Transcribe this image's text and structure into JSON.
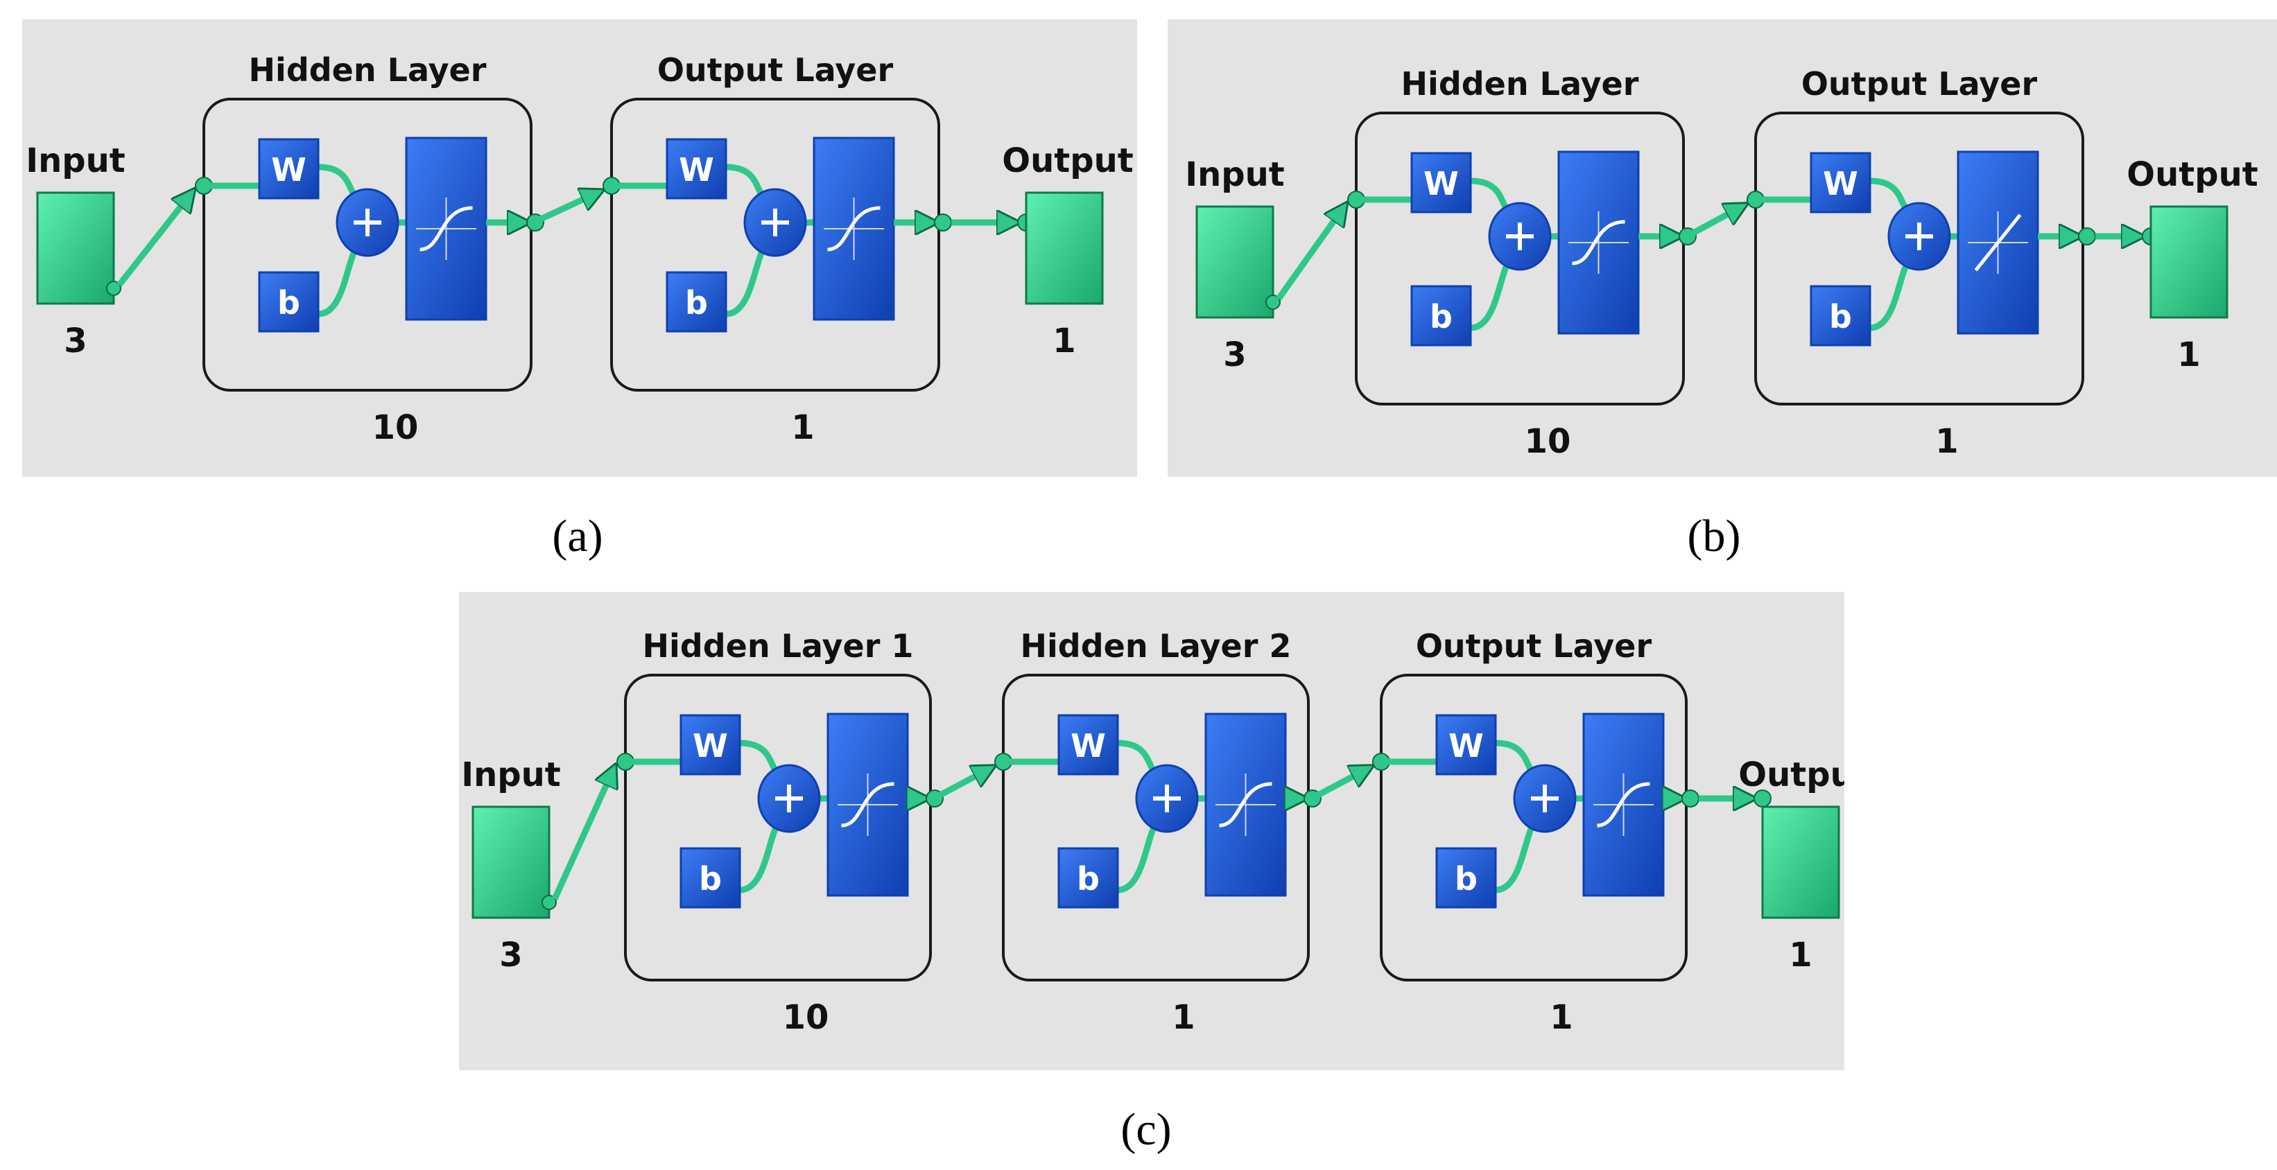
{
  "colors": {
    "panel_bg": "#e3e3e3",
    "node_green": "#2fd68f",
    "line_green": "#2fc88a",
    "block_blue": "#2563e8",
    "block_blue_dark": "#0f3fb0",
    "frame": "#1a1a1a"
  },
  "panels": [
    {
      "caption": "(a)",
      "input": {
        "label": "Input",
        "size": "3"
      },
      "output": {
        "label": "Output",
        "size": "1"
      },
      "layers": [
        {
          "title": "Hidden Layer",
          "size": "10",
          "weight": "W",
          "bias": "b",
          "sum_icon": "plus-icon",
          "transfer": "sigmoid-icon"
        },
        {
          "title": "Output Layer",
          "size": "1",
          "weight": "W",
          "bias": "b",
          "sum_icon": "plus-icon",
          "transfer": "sigmoid-icon"
        }
      ]
    },
    {
      "caption": "(b)",
      "input": {
        "label": "Input",
        "size": "3"
      },
      "output": {
        "label": "Output",
        "size": "1"
      },
      "layers": [
        {
          "title": "Hidden Layer",
          "size": "10",
          "weight": "W",
          "bias": "b",
          "sum_icon": "plus-icon",
          "transfer": "sigmoid-icon"
        },
        {
          "title": "Output Layer",
          "size": "1",
          "weight": "W",
          "bias": "b",
          "sum_icon": "plus-icon",
          "transfer": "linear-icon"
        }
      ]
    },
    {
      "caption": "(c)",
      "input": {
        "label": "Input",
        "size": "3"
      },
      "output": {
        "label": "Output",
        "size": "1"
      },
      "layers": [
        {
          "title": "Hidden Layer 1",
          "size": "10",
          "weight": "W",
          "bias": "b",
          "sum_icon": "plus-icon",
          "transfer": "sigmoid-icon"
        },
        {
          "title": "Hidden Layer 2",
          "size": "1",
          "weight": "W",
          "bias": "b",
          "sum_icon": "plus-icon",
          "transfer": "sigmoid-icon"
        },
        {
          "title": "Output Layer",
          "size": "1",
          "weight": "W",
          "bias": "b",
          "sum_icon": "plus-icon",
          "transfer": "sigmoid-icon"
        }
      ]
    }
  ]
}
